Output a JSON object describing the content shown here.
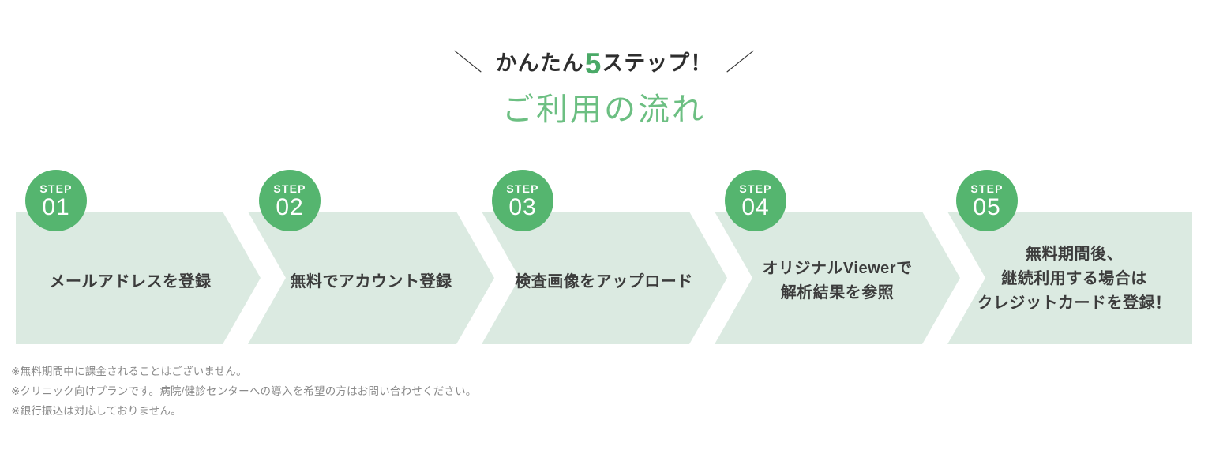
{
  "header": {
    "slash_left": "＼",
    "slash_right": "／",
    "eyebrow_prefix": "かんたん",
    "eyebrow_number": "5",
    "eyebrow_suffix": "ステップ！",
    "title": "ご利用の流れ"
  },
  "colors": {
    "accent_green": "#55b56f",
    "title_green": "#6cbf82",
    "number_green": "#4aa967",
    "panel_mint": "#dbeae1",
    "body_text": "#3c3c3c",
    "note_text": "#8a8a8a",
    "background": "#ffffff"
  },
  "steps": [
    {
      "badge_label": "STEP",
      "badge_number": "01",
      "lines": [
        "メールアドレスを登録"
      ]
    },
    {
      "badge_label": "STEP",
      "badge_number": "02",
      "lines": [
        "無料でアカウント登録"
      ]
    },
    {
      "badge_label": "STEP",
      "badge_number": "03",
      "lines": [
        "検査画像をアップロード"
      ]
    },
    {
      "badge_label": "STEP",
      "badge_number": "04",
      "lines": [
        "オリジナルViewerで",
        "解析結果を参照"
      ]
    },
    {
      "badge_label": "STEP",
      "badge_number": "05",
      "lines": [
        "無料期間後、",
        "継続利用する場合は",
        "クレジットカードを登録！"
      ]
    }
  ],
  "notes": [
    "※無料期間中に課金されることはございません。",
    "※クリニック向けプランです。病院/健診センターへの導入を希望の方はお問い合わせください。",
    "※銀行振込は対応しておりません。"
  ]
}
